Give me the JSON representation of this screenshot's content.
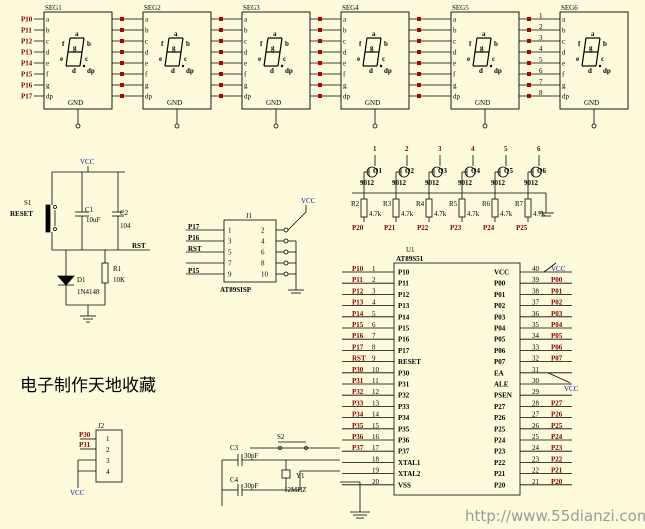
{
  "displays": [
    {
      "label": "SEG1",
      "pins": [
        "a",
        "b",
        "c",
        "d",
        "e",
        "f",
        "g",
        "dp"
      ],
      "gnd": "GND"
    },
    {
      "label": "SEG2",
      "pins": [
        "a",
        "b",
        "c",
        "d",
        "e",
        "f",
        "g",
        "dp"
      ],
      "gnd": "GND"
    },
    {
      "label": "SEG3",
      "pins": [
        "a",
        "b",
        "c",
        "d",
        "e",
        "f",
        "g",
        "dp"
      ],
      "gnd": "GND"
    },
    {
      "label": "SEG4",
      "pins": [
        "a",
        "b",
        "c",
        "d",
        "e",
        "f",
        "g",
        "dp"
      ],
      "gnd": "GND"
    },
    {
      "label": "SEG5",
      "pins": [
        "a",
        "b",
        "c",
        "d",
        "e",
        "f",
        "g",
        "dp"
      ],
      "gnd": "GND"
    },
    {
      "label": "SEG6",
      "pins": [
        "a",
        "b",
        "c",
        "d",
        "e",
        "f",
        "g",
        "dp"
      ],
      "gnd": "GND"
    }
  ],
  "bus_labels": [
    "P10",
    "P11",
    "P12",
    "P13",
    "P14",
    "P15",
    "P16",
    "P17"
  ],
  "seg_numbers": [
    "1",
    "2",
    "3",
    "4",
    "5",
    "6",
    "7",
    "8"
  ],
  "transistors": [
    {
      "num": "1",
      "name": "Q1",
      "model": "9012",
      "res": "R2",
      "val": "4.7k",
      "port": "P20"
    },
    {
      "num": "2",
      "name": "Q2",
      "model": "9012",
      "res": "R3",
      "val": "4.7k",
      "port": "P21"
    },
    {
      "num": "3",
      "name": "Q3",
      "model": "9012",
      "res": "R4",
      "val": "4.7k",
      "port": "P22"
    },
    {
      "num": "4",
      "name": "Q4",
      "model": "9012",
      "res": "R5",
      "val": "4.7k",
      "port": "P23"
    },
    {
      "num": "5",
      "name": "Q5",
      "model": "9012",
      "res": "R6",
      "val": "4.7k",
      "port": "P24"
    },
    {
      "num": "6",
      "name": "Q6",
      "model": "9012",
      "res": "R7",
      "val": "4.7k",
      "port": "P25"
    }
  ],
  "reset": {
    "vcc": "VCC",
    "switch": "S1",
    "switch_label": "RESET",
    "c1": "C1",
    "c1_val": "10uF",
    "c2": "C2",
    "c2_val": "104",
    "rst": "RST",
    "d1": "D1",
    "d1_val": "1N4148",
    "r1": "R1",
    "r1_val": "10K"
  },
  "isp": {
    "name": "J1",
    "part": "AT89SISP",
    "vcc": "VCC",
    "left_nets": [
      "P17",
      "P16",
      "RST",
      "",
      "P15"
    ],
    "left_pins": [
      "1",
      "3",
      "5",
      "7",
      "9"
    ],
    "right_pins": [
      "2",
      "4",
      "6",
      "8",
      "10"
    ]
  },
  "mcu": {
    "name": "U1",
    "part": "AT89S51",
    "left_nets": [
      "P10",
      "P11",
      "P12",
      "P13",
      "P14",
      "P15",
      "P16",
      "P17",
      "RST",
      "P30",
      "P31",
      "P32",
      "P33",
      "P34",
      "P35",
      "P36",
      "P37",
      "",
      "",
      ""
    ],
    "left_pins": [
      "1",
      "2",
      "3",
      "4",
      "5",
      "6",
      "7",
      "8",
      "9",
      "10",
      "11",
      "12",
      "13",
      "14",
      "15",
      "16",
      "17",
      "18",
      "19",
      "20"
    ],
    "left_names": [
      "P10",
      "P11",
      "P12",
      "P13",
      "P14",
      "P15",
      "P16",
      "P17",
      "RESET",
      "P30",
      "P31",
      "P32",
      "P33",
      "P34",
      "P35",
      "P36",
      "P37",
      "XTAL1",
      "XTAL2",
      "VSS"
    ],
    "right_names": [
      "VCC",
      "P00",
      "P01",
      "P02",
      "P03",
      "P04",
      "P05",
      "P06",
      "P07",
      "EA",
      "ALE",
      "PSEN",
      "P27",
      "P26",
      "P25",
      "P24",
      "P23",
      "P22",
      "P21",
      "P20"
    ],
    "right_pins": [
      "40",
      "39",
      "38",
      "37",
      "36",
      "35",
      "34",
      "33",
      "32",
      "31",
      "30",
      "29",
      "28",
      "27",
      "26",
      "25",
      "24",
      "23",
      "22",
      "21"
    ],
    "right_nets": [
      "VCC",
      "P00",
      "P01",
      "P02",
      "P03",
      "P04",
      "P05",
      "P06",
      "P07",
      "",
      "",
      "",
      "P27",
      "P26",
      "P25",
      "P24",
      "P23",
      "P22",
      "P21",
      "P20"
    ],
    "vcc_ea": "VCC"
  },
  "osc": {
    "c3": "C3",
    "c3_val": "30pF",
    "c4": "C4",
    "c4_val": "30pF",
    "y1": "Y1",
    "y1_val": "12MHZ",
    "s2": "S2"
  },
  "j2": {
    "name": "J2",
    "nets": [
      "P30",
      "P31"
    ],
    "pins": [
      "1",
      "2",
      "3",
      "4"
    ],
    "vcc": "VCC"
  },
  "caption": "电子制作天地收藏",
  "watermark": "http://www.55dianzi.com"
}
